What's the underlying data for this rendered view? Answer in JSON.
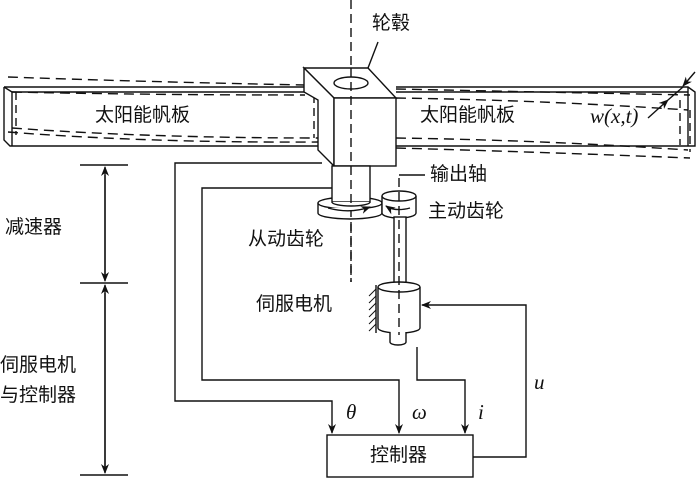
{
  "labels": {
    "hub": "轮毂",
    "left_panel": "太阳能帆板",
    "right_panel": "太阳能帆板",
    "deflection": "w(x,t)",
    "output_shaft": "输出轴",
    "drive_gear": "主动齿轮",
    "driven_gear": "从动齿轮",
    "servo_motor": "伺服电机",
    "reducer": "减速器",
    "servo_and_controller_line1": "伺服电机",
    "servo_and_controller_line2": "与控制器",
    "controller": "控制器",
    "theta": "θ",
    "omega": "ω",
    "current": "i",
    "control_input": "u"
  }
}
